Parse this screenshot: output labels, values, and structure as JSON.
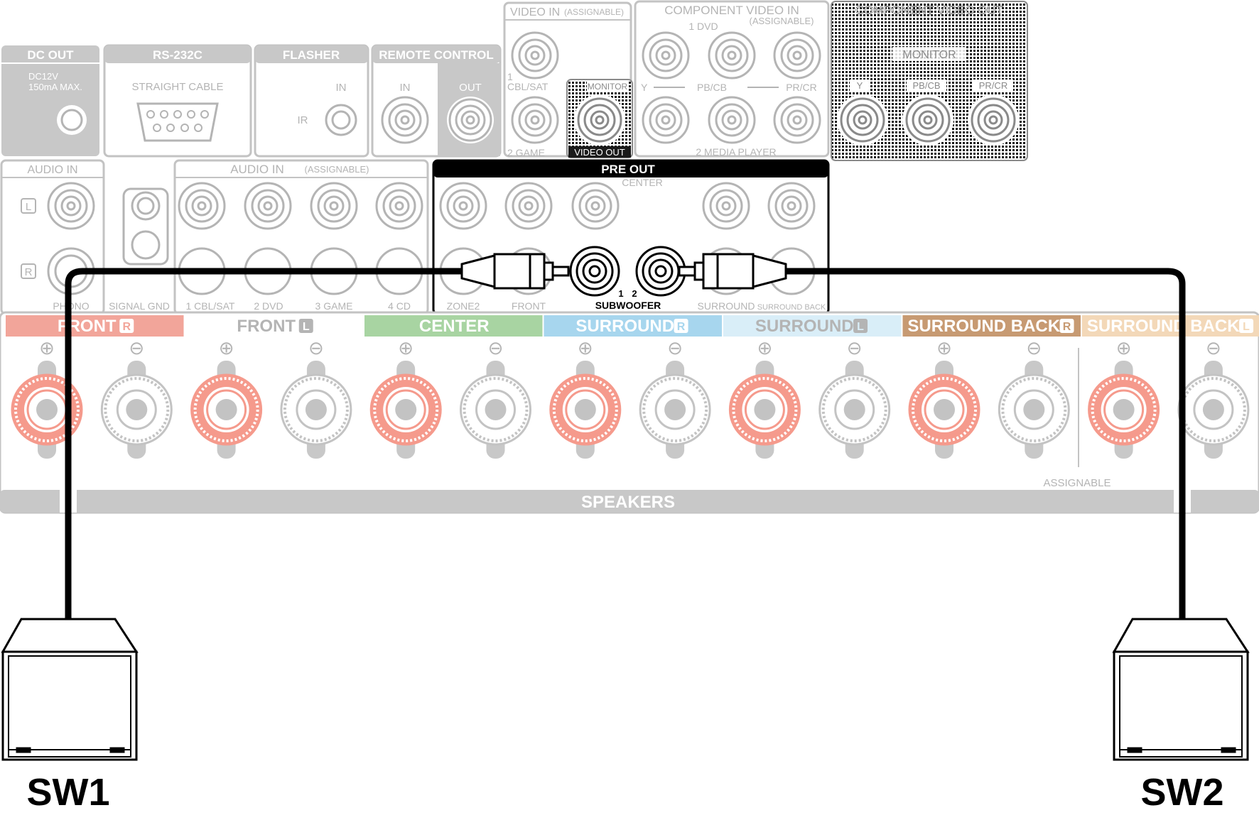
{
  "colors": {
    "panel_gray": "#c8c8c8",
    "panel_border": "#c3c3c3",
    "label_text_gray": "#b4b4b4",
    "cable": "#000000",
    "front_r": "#f2a59a",
    "center": "#a8d4a2",
    "surround_r": "#a7d6ee",
    "surround_l": "#d9eef8",
    "surround_back_r": "#c79a72",
    "surround_back_l": "#f3d8b8",
    "terminal_red": "#f59a8c"
  },
  "top_sections": {
    "dc_out": {
      "title": "DC OUT",
      "spec_line1": "DC12V",
      "spec_line2": "150mA MAX."
    },
    "rs232c": {
      "title": "RS-232C",
      "caption": "STRAIGHT CABLE"
    },
    "flasher": {
      "title": "FLASHER",
      "in_label": "IN",
      "ir_label": "IR"
    },
    "remote_control": {
      "title": "REMOTE CONTROL",
      "in_label": "IN",
      "out_label": "OUT"
    },
    "video_in": {
      "title": "VIDEO IN",
      "subtitle": "(ASSIGNABLE)",
      "input1": "1",
      "input1_name": "CBL/SAT",
      "input2": "2 GAME"
    },
    "video_out": {
      "monitor_label": "MONITOR",
      "out_label": "VIDEO OUT"
    },
    "component_in": {
      "title": "COMPONENT VIDEO IN",
      "subtitle": "(ASSIGNABLE)",
      "input1": "1 DVD",
      "y": "Y",
      "pb": "PB/CB",
      "pr": "PR/CR",
      "input2": "2 MEDIA PLAYER"
    },
    "component_out": {
      "title": "COMPONENT VIDEO OUT",
      "monitor": "MONITOR",
      "y": "Y",
      "pb": "PB/CB",
      "pr": "PR/CR"
    }
  },
  "middle_sections": {
    "audio_in_phono": {
      "title": "AUDIO IN",
      "left": "L",
      "right": "R",
      "phono": "PHONO"
    },
    "signal_gnd": {
      "label": "SIGNAL GND"
    },
    "audio_in_assignable": {
      "title": "AUDIO IN",
      "subtitle": "(ASSIGNABLE)",
      "inputs": [
        "1 CBL/SAT",
        "2 DVD",
        "3 GAME",
        "4 CD"
      ]
    },
    "pre_out": {
      "title": "PRE OUT",
      "center": "CENTER",
      "zone2": "ZONE2",
      "front": "FRONT",
      "sub_num1": "1",
      "sub_num2": "2",
      "subwoofer": "SUBWOOFER",
      "surround": "SURROUND",
      "surround_back": "SURROUND BACK"
    }
  },
  "speakers": {
    "labels": [
      "FRONT",
      "FRONT",
      "CENTER",
      "SURROUND",
      "SURROUND",
      "SURROUND BACK",
      "SURROUND BACK"
    ],
    "channel_badges": [
      "R",
      "L",
      "",
      "R",
      "L",
      "R",
      "L"
    ],
    "plus_symbol": "⊕",
    "minus_symbol": "⊖",
    "assignable": "ASSIGNABLE",
    "footer": "SPEAKERS"
  },
  "subwoofers": {
    "sw1": "SW1",
    "sw2": "SW2"
  }
}
